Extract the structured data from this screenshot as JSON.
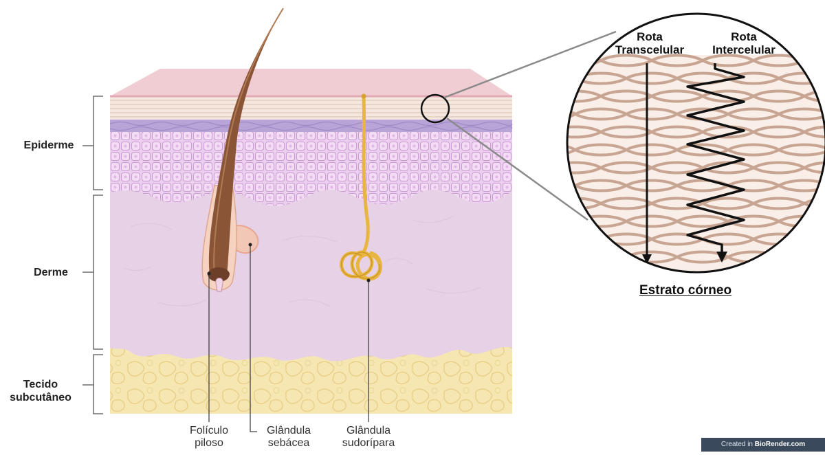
{
  "layers": {
    "epidermis": "Epiderme",
    "dermis": "Derme",
    "subcutaneous_line1": "Tecido",
    "subcutaneous_line2": "subcutâneo"
  },
  "structures": {
    "hair_follicle_line1": "Folículo",
    "hair_follicle_line2": "piloso",
    "sebaceous_line1": "Glândula",
    "sebaceous_line2": "sebácea",
    "sweat_line1": "Glândula",
    "sweat_line2": "sudorípara"
  },
  "zoom": {
    "transcellular_line1": "Rota",
    "transcellular_line2": "Transcelular",
    "intercellular_line1": "Rota",
    "intercellular_line2": "Intercelular",
    "caption": "Estrato córneo"
  },
  "watermark": {
    "prefix": "Created in ",
    "brand": "BioRender.com"
  },
  "colors": {
    "top_skin": "#f0cdd3",
    "stratum": "#f4e7df",
    "basal_purple": "#b9a4d8",
    "epidermis": "#eccfee",
    "dermis": "#e6d1e6",
    "subcutaneous_fat": "#f6e6b2",
    "hair": "#8a5436",
    "sweat_gland": "#e8b640",
    "corneocyte_border": "#c8a592"
  }
}
